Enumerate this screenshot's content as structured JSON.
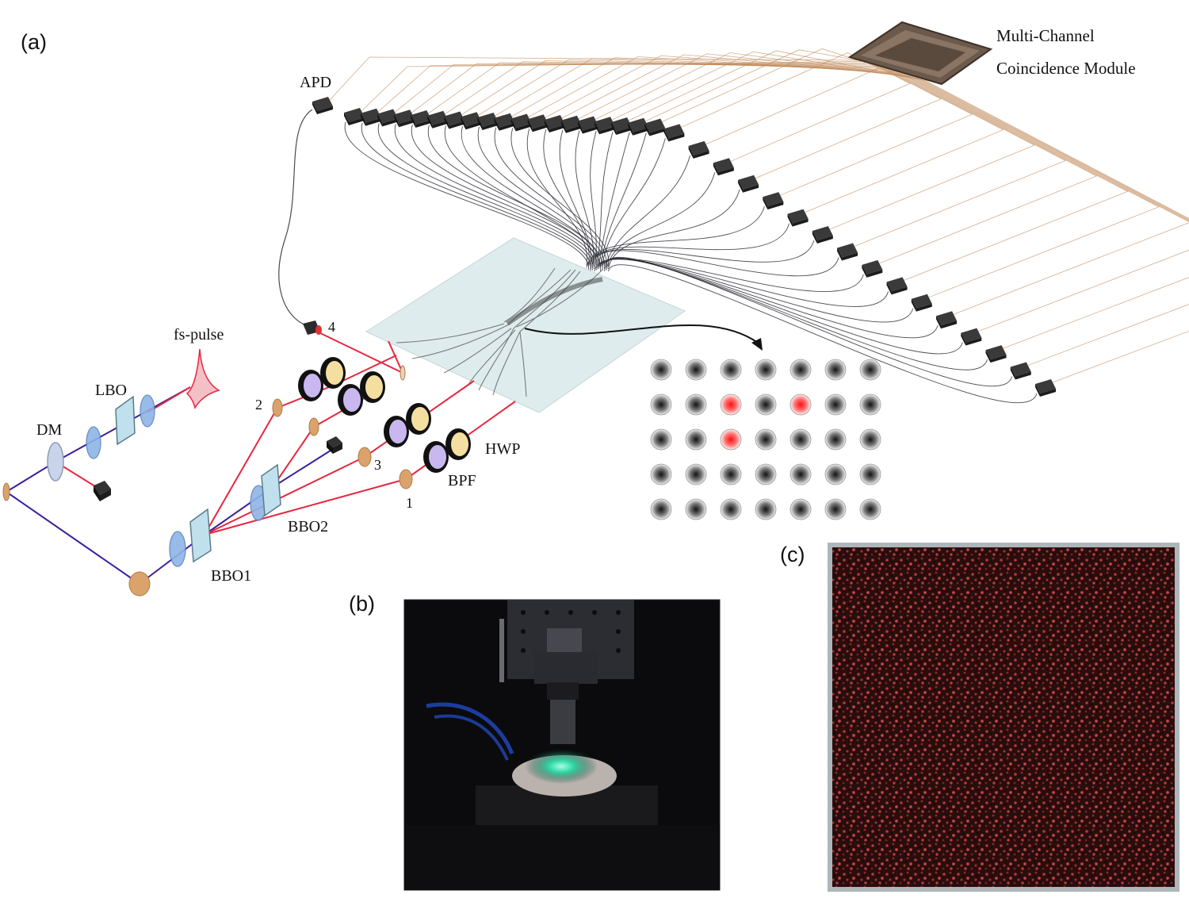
{
  "panels": {
    "a": "(a)",
    "b": "(b)",
    "c": "(c)"
  },
  "labels": {
    "apd": "APD",
    "module_line1": "Multi-Channel",
    "module_line2": "Coincidence Module",
    "fs_pulse": "fs-pulse",
    "lbo": "LBO",
    "dm": "DM",
    "bbo1": "BBO1",
    "bbo2": "BBO2",
    "hwp": "HWP",
    "bpf": "BPF"
  },
  "port_numbers": [
    "1",
    "2",
    "3",
    "4"
  ],
  "detector_grid": {
    "rows": 5,
    "cols": 7,
    "lit": [
      [
        1,
        2
      ],
      [
        1,
        4
      ],
      [
        2,
        2
      ]
    ]
  },
  "detector_count": 36,
  "colors": {
    "pump": "#3b1f9e",
    "photon": "#e8263f",
    "chip": "#dde9ea",
    "fiber": "#2a2a35",
    "wire": "#c08a5a",
    "mirror": "#d9a36b",
    "lens": "#8fb4e6",
    "hwp_fill": "#f5dfa0",
    "bpf_fill": "#c9b8f0"
  }
}
